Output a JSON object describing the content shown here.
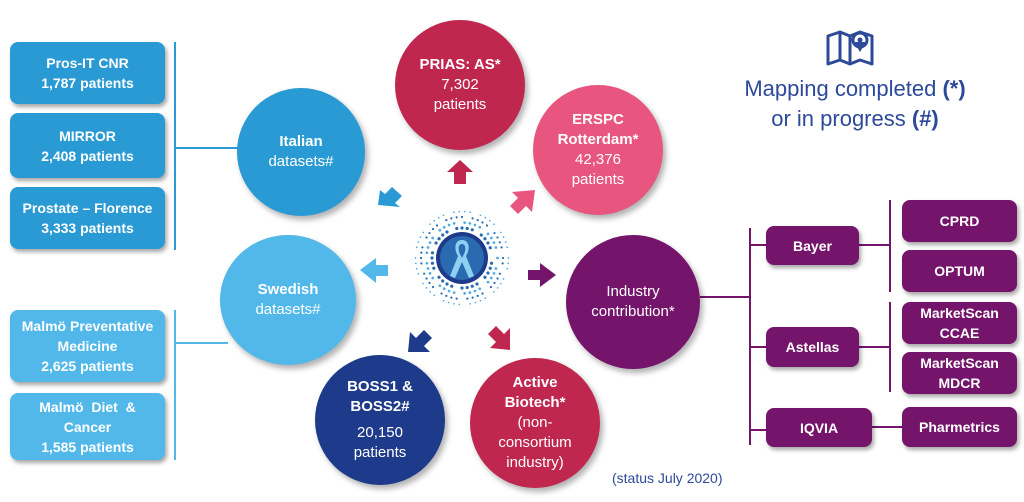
{
  "legend": {
    "line1_text": "Mapping completed",
    "line1_mark": "(*)",
    "line2_text": "or in progress",
    "line2_mark": "(#)",
    "icon": "map-pin-icon"
  },
  "status": "(status July 2020)",
  "center_icon": "awareness-ribbon-icon",
  "italian_boxes": [
    {
      "name": "Pros-IT CNR",
      "patients": "1,787 patients"
    },
    {
      "name": "MIRROR",
      "patients": "2,408 patients"
    },
    {
      "name": "Prostate – Florence",
      "patients": "3,333 patients"
    }
  ],
  "swedish_boxes": [
    {
      "name": "Malmö Preventative Medicine",
      "patients": "2,625 patients"
    },
    {
      "name": "Malmö  Diet  & Cancer",
      "patients": "1,585 patients"
    }
  ],
  "circles": {
    "italian": {
      "title": "Italian",
      "sub": "datasets#"
    },
    "swedish": {
      "title": "Swedish",
      "sub": "datasets#"
    },
    "prias": {
      "title": "PRIAS: AS*",
      "sub": "7,302 patients"
    },
    "erspc": {
      "title": "ERSPC Rotterdam*",
      "sub": "42,376 patients"
    },
    "industry": {
      "title": "Industry contribution*",
      "sub": ""
    },
    "boss": {
      "title": "BOSS1 & BOSS2#",
      "sub": "20,150 patients"
    },
    "active": {
      "title": "Active Biotech*",
      "sub": "(non-consortium industry)"
    }
  },
  "industry": {
    "companies": [
      "Bayer",
      "Astellas",
      "IQVIA"
    ],
    "datasets": [
      "CPRD",
      "OPTUM",
      "MarketScan CCAE",
      "MarketScan MDCR",
      "Pharmetrics"
    ]
  },
  "colors": {
    "blue": "#2a9ad4",
    "light_blue": "#52b8ea",
    "navy": "#1e3a8a",
    "crimson": "#c0274f",
    "pink": "#e8567f",
    "purple": "#74146b",
    "legend_text": "#2d4a9a"
  }
}
